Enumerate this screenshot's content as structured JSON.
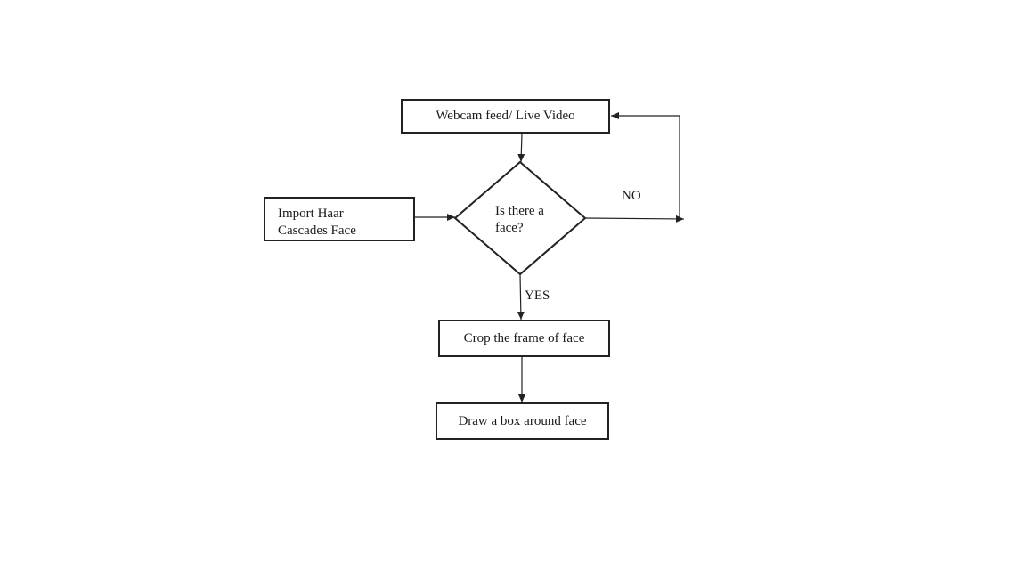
{
  "nodes": {
    "webcam": {
      "label": "Webcam feed/ Live Video"
    },
    "haar": {
      "lines": [
        "Import Haar",
        "Cascades Face"
      ]
    },
    "decision": {
      "lines": [
        "Is there a",
        "face?"
      ]
    },
    "crop": {
      "label": "Crop the frame of face"
    },
    "draw": {
      "label": "Draw a box around face"
    }
  },
  "edges": {
    "no_label": "NO",
    "yes_label": "YES"
  },
  "colors": {
    "stroke": "#222222",
    "background": "#ffffff"
  }
}
